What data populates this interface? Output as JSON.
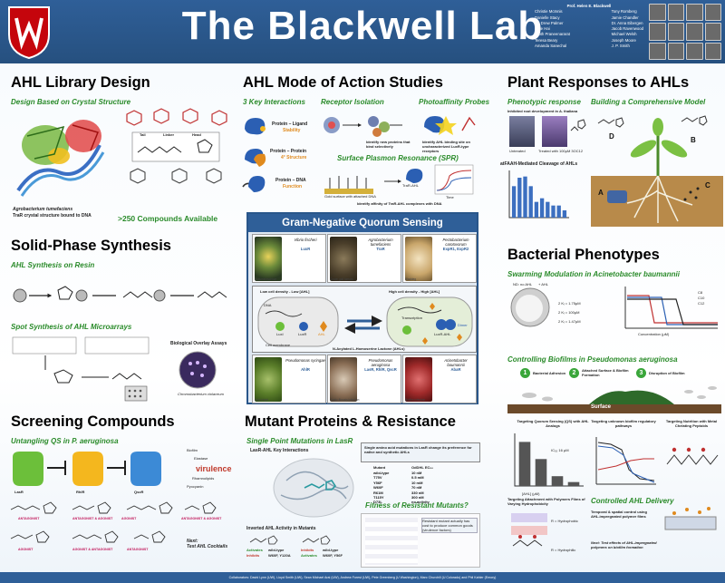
{
  "header": {
    "title": "The Blackwell Lab",
    "pi": "Prof. Helen E. Blackwell",
    "members_left": [
      "Christie McInnis",
      "Danielle Stacy",
      "Dr. Drew Palmer",
      "Nate Hai",
      "Bruth Praneenararat",
      "Teresa Beary",
      "Amanda Sanechal"
    ],
    "members_right": [
      "Tony Romberg",
      "Jamie Chandler",
      "Dr. Anna Eibergen",
      "Jacob Ravenwood",
      "Michael Welsh",
      "Joseph Moore",
      "J. P. Smith"
    ]
  },
  "sections": {
    "library": {
      "title": "AHL Library Design",
      "subtitle": "Design Based on Crystal Structure",
      "org": "Agrobacterium tumefaciens",
      "caption": "TraR crystal structure bound to DNA",
      "compounds": ">250 Compounds Available",
      "labels": [
        "Tail",
        "Linker",
        "Head"
      ]
    },
    "mode": {
      "title": "AHL Mode of Action Studies",
      "key": "3 Key Interactions",
      "interactions": [
        {
          "a": "Protein – Ligand",
          "b": "Stability"
        },
        {
          "a": "Protein – Protein",
          "b": "4° Structure"
        },
        {
          "a": "Protein – DNA",
          "b": "Function"
        }
      ],
      "receptor": "Receptor Isolation",
      "receptor_caption": "Identify new proteins that bind selectively",
      "probes": "Photoaffinity Probes",
      "probes_caption": "Identify AHL binding site on uncharacterized LuxR-type receptors",
      "spr": "Surface Plasmon Resonance (SPR)",
      "spr_caption": "Identify affinity of TraR-AHL complexes with DNA",
      "time": "Time",
      "spr_label1": "Gold surface with attached DNA",
      "spr_label2": "TraR-AHL"
    },
    "plant": {
      "title": "Plant Responses to AHLs",
      "phen": "Phenotypic response",
      "model": "Building a Comprehensive Model",
      "inhibited": "Inhibited root development in A. thaliana",
      "untreated": "Untreated",
      "treated": "Treated with 100μM 3OC12",
      "faah": "atFAAH-Mediated Cleavage of AHLs",
      "letters": [
        "A",
        "B",
        "C",
        "D"
      ],
      "bar_values": [
        26,
        33,
        34,
        26,
        13,
        16,
        13,
        10,
        10,
        6
      ]
    },
    "solid": {
      "title": "Solid-Phase Synthesis",
      "resin": "AHL Synthesis on Resin",
      "spot": "Spot Synthesis of AHL Microarrays",
      "overlay": "Biological Overlay Assays",
      "stain": "Chromobacterium violaceum"
    },
    "qs": {
      "title": "Gram-Negative Quorum Sensing",
      "tiles": [
        {
          "name": "Vibrio fischeri",
          "prot": "LuxR",
          "cap": "Bioluminescence"
        },
        {
          "name": "Agrobacterium tumefaciens",
          "prot": "TraR",
          "cap": "Crown gall tumors"
        },
        {
          "name": "Pectobacterium carotovorum",
          "prot": "ExpR1, ExpR2",
          "cap": "Blackleg"
        },
        {
          "name": "Pseudomonas syringae",
          "prot": "AhlR",
          "cap": "Halo blight"
        },
        {
          "name": "Pseudomonas aeruginosa",
          "prot": "LasR, RhlR, QscR",
          "cap": "Cystic fibrosis infection"
        },
        {
          "name": "Acinetobacter baumannii",
          "prot": "AbaR",
          "cap": "Biofilm infection"
        }
      ],
      "low": "Low cell density - Low [AHL]",
      "high": "High cell density - High [AHL]",
      "dna": "DNA",
      "luxi": "LuxI",
      "luxr": "LuxR",
      "ahl": "AHL",
      "dimer": "Dimer",
      "transcription": "Transcription",
      "luxr_ahl": "LuxR-AHL",
      "membrane": "Cell membrane",
      "lactone": "N-Acylated L-Homoserine Lactone (AHLs)"
    },
    "bact": {
      "title": "Bacterial Phenotypes",
      "swarm": "Swarming Modulation in Acinetobacter baumannii",
      "swarm_labels": [
        "ND: no AHL",
        "+ AHL"
      ],
      "conc": [
        "2 Kᵢ = 1.75μM",
        "2 Kᵢ = 100μM",
        "2 Kᵢ = 1.47μM"
      ],
      "axis_x": "Concentration (μM)",
      "axis_y": "Migration Distance (mm)",
      "legend": [
        "C8",
        "C10",
        "C12"
      ],
      "biofilm": "Controlling Biofilms in Pseudomonas aeruginosa",
      "steps": [
        "Bacterial Adhesion",
        "Attached Surface & Biofilm Formation",
        "Disruption of Biofilm"
      ],
      "step_nums": [
        "1",
        "2",
        "3"
      ],
      "surface": "Surface"
    },
    "screen": {
      "title": "Screening Compounds",
      "subtitle": "Untangling QS in P. aeruginosa",
      "labels": [
        "LasR",
        "RhlR",
        "QscR"
      ],
      "outs": [
        "Biofilm",
        "Elastase",
        "Virulence",
        "Rhamnolipids",
        "Pyocyanin"
      ],
      "virulence": "virulence",
      "next": "Next:",
      "next2": "Test AHL Cocktails",
      "tags": [
        "ANTAGONIST",
        "ANTAGONIST & AGONIST",
        "AGONIST",
        "ANTAGONIST & AGONIST",
        "ANTAGONIST",
        "AGONIST",
        "AGONIST & ANTAGONIST",
        "ANTAGONIST",
        "ANTAGONIST"
      ]
    },
    "mutant": {
      "title": "Mutant Proteins & Resistance",
      "subtitle": "Single Point Mutations in LasR",
      "lasr": "LasR-AHL Key Interactions",
      "inverted": "Inverted AHL Activity in Mutants",
      "note": "Single amino acid mutations in LasR change its preference for native and synthetic AHLs",
      "table_head": [
        "Mutant",
        "OdDHL EC₅₀"
      ],
      "table": [
        [
          "wild-type",
          "10 nM"
        ],
        [
          "T75V",
          "0.5 mM"
        ],
        [
          "Y56F",
          "10 mM"
        ],
        [
          "W60F",
          "70 nM"
        ],
        [
          "R61M",
          "330 nM"
        ],
        [
          "T115Y",
          "300 nM"
        ],
        [
          "D73L",
          "no activity"
        ]
      ],
      "fitness": "Fitness of Resistant Mutants?",
      "fitness_note": "Resistant mutant actually has cost to produce common goods (virulence factors)",
      "act": [
        {
          "a": "Activates",
          "b": "Inhibits",
          "w": "wild-type",
          "m": "W60F, Y120A"
        },
        {
          "a": "Inhibits",
          "b": "Activates",
          "w": "wild-type",
          "m": "W60F, Y56F"
        }
      ]
    },
    "targets": {
      "qs": "Targeting Quorum Sensing (QS) with AHL Analogs",
      "qs_ic": "IC₅₀ 16 μM",
      "biofilm": "Targeting unknown biofilm regulatory pathways",
      "nutrition": "Targeting Nutrition with Metal Chelating Peptoids",
      "attach": "Targeting Attachment with Polymers Films of Varying Hydrophobicity",
      "delivery": "Controlled AHL Delivery",
      "delivery_note": "Temporal & spatial control using AHL-impregnated polymer films",
      "next": "Next: Test effects of AHL-impregnated polymers on biofilm formation",
      "hydro": [
        "R = Hydrophobic",
        "R = Hydrophilic"
      ],
      "axis": "[AHL] (μM)",
      "qs_bars": [
        90,
        55,
        20,
        8
      ]
    }
  },
  "footer": "Collaborators: David Lynn (UW), Lloyd Smith (UW), Sean Michael Arai (UW), Andrew Forest (UW), Pete Greenberg (U Washington), Marc Churchill (U Colorado) and Phil Kahler (Emory)",
  "colors": {
    "header": "#2f5f98",
    "subtitle": "#2a8b2a",
    "accent_red": "#c0392b"
  }
}
